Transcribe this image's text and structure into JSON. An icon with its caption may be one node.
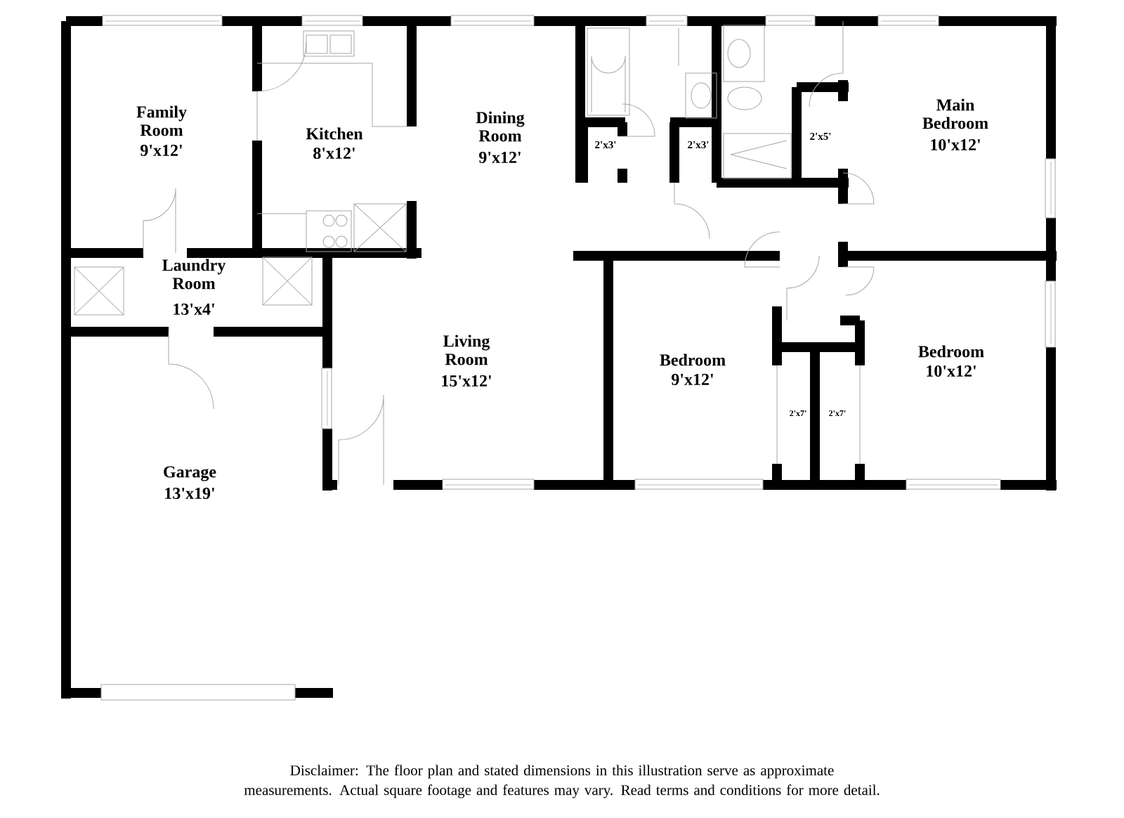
{
  "diagram": {
    "labels": [
      "Family Room",
      "9'x12'",
      "Kitchen",
      "8'x12'",
      "Dining Room",
      "9'x12'",
      "2'x3'",
      "2'x3'",
      "2'x5'",
      "Main Bedroom",
      "10'x12'",
      "Laundry Room",
      "13'x4'",
      "Living Room",
      "15'x12'",
      "Bedroom",
      "9'x12'",
      "Bedroom",
      "10'x12'",
      "2'x7'",
      "2'x7'",
      "Garage",
      "13'x19'",
      "Disclaimer: The floor plan and stated dimensions in this illustration serve as approximate measurements. Actual square footage and features may vary. Read terms and conditions for more detail."
    ]
  }
}
